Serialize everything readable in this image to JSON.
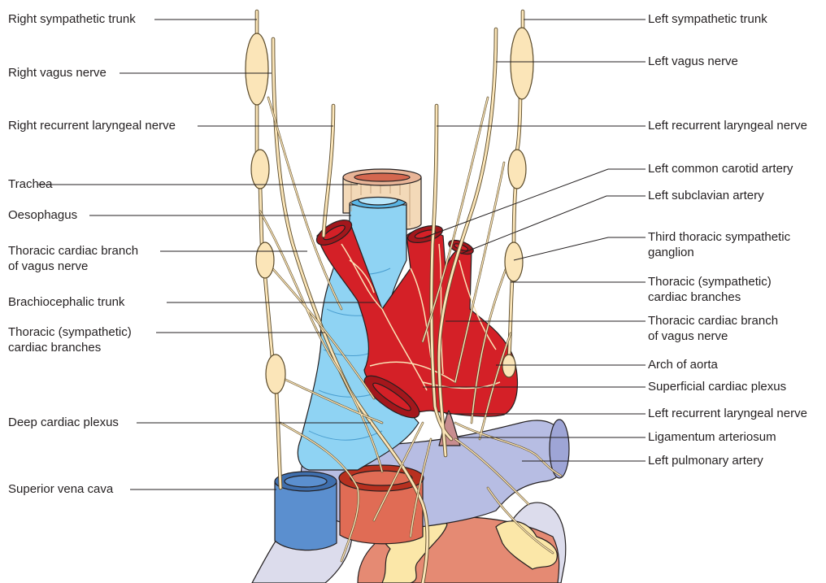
{
  "colors": {
    "nerve": "#fbe5b8",
    "nerve_outline": "#5a4a2a",
    "aorta": "#d42027",
    "aorta_cut": "#a3171c",
    "trachea": "#f3d9b8",
    "oesophagus": "#8fd3f3",
    "vena_cava": "#5b8fcf",
    "pulmonary_artery": "#b7bde3",
    "heart": "#e58a73",
    "fat": "#fbe7a8",
    "pericardium": "#dcdcec",
    "leader_line": "#231f20"
  },
  "labels_left": {
    "right_sympathetic_trunk": "Right sympathetic trunk",
    "right_vagus_nerve": "Right vagus nerve",
    "right_recurrent_laryngeal_nerve": "Right recurrent laryngeal nerve",
    "trachea": "Trachea",
    "oesophagus": "Oesophagus",
    "thoracic_cardiac_branch_vagus_1": "Thoracic cardiac branch",
    "thoracic_cardiac_branch_vagus_2": "of vagus nerve",
    "brachiocephalic_trunk": "Brachiocephalic trunk",
    "thoracic_sympathetic_branches_1": "Thoracic (sympathetic)",
    "thoracic_sympathetic_branches_2": "cardiac branches",
    "deep_cardiac_plexus": "Deep cardiac plexus",
    "superior_vena_cava": "Superior vena cava"
  },
  "labels_right": {
    "left_sympathetic_trunk": "Left sympathetic trunk",
    "left_vagus_nerve": "Left vagus nerve",
    "left_recurrent_laryngeal_nerve": "Left recurrent laryngeal nerve",
    "left_common_carotid_artery": "Left common carotid artery",
    "left_subclavian_artery": "Left subclavian artery",
    "third_thoracic_ganglion_1": "Third thoracic sympathetic",
    "third_thoracic_ganglion_2": "ganglion",
    "thoracic_sympathetic_branches_1": "Thoracic (sympathetic)",
    "thoracic_sympathetic_branches_2": "cardiac branches",
    "thoracic_cardiac_branch_vagus_1": "Thoracic cardiac branch",
    "thoracic_cardiac_branch_vagus_2": "of vagus nerve",
    "arch_of_aorta": "Arch of aorta",
    "superficial_cardiac_plexus": "Superficial cardiac plexus",
    "left_recurrent_laryngeal_nerve_lower": "Left recurrent laryngeal nerve",
    "ligamentum_arteriosum": "Ligamentum arteriosum",
    "left_pulmonary_artery": "Left pulmonary artery"
  }
}
